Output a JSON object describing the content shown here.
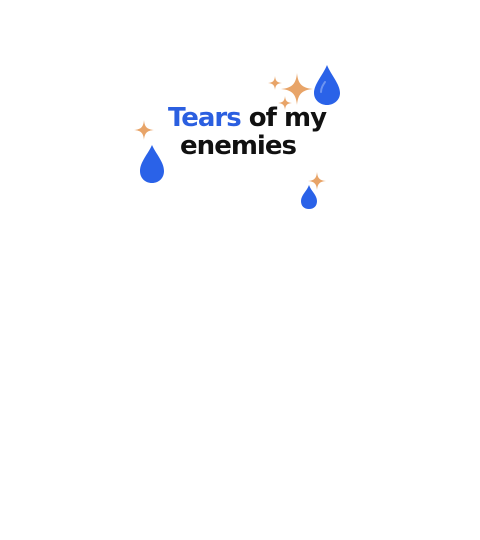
{
  "design": {
    "title_accent": "Tears",
    "title_rest": "of my",
    "title_line2": "enemies",
    "colors": {
      "accent": "#2b5fe0",
      "text": "#111111",
      "sparkle": "#e8a468",
      "drop": "#2a62e8"
    },
    "icons": [
      "teardrop-icon",
      "sparkle-icon"
    ]
  }
}
